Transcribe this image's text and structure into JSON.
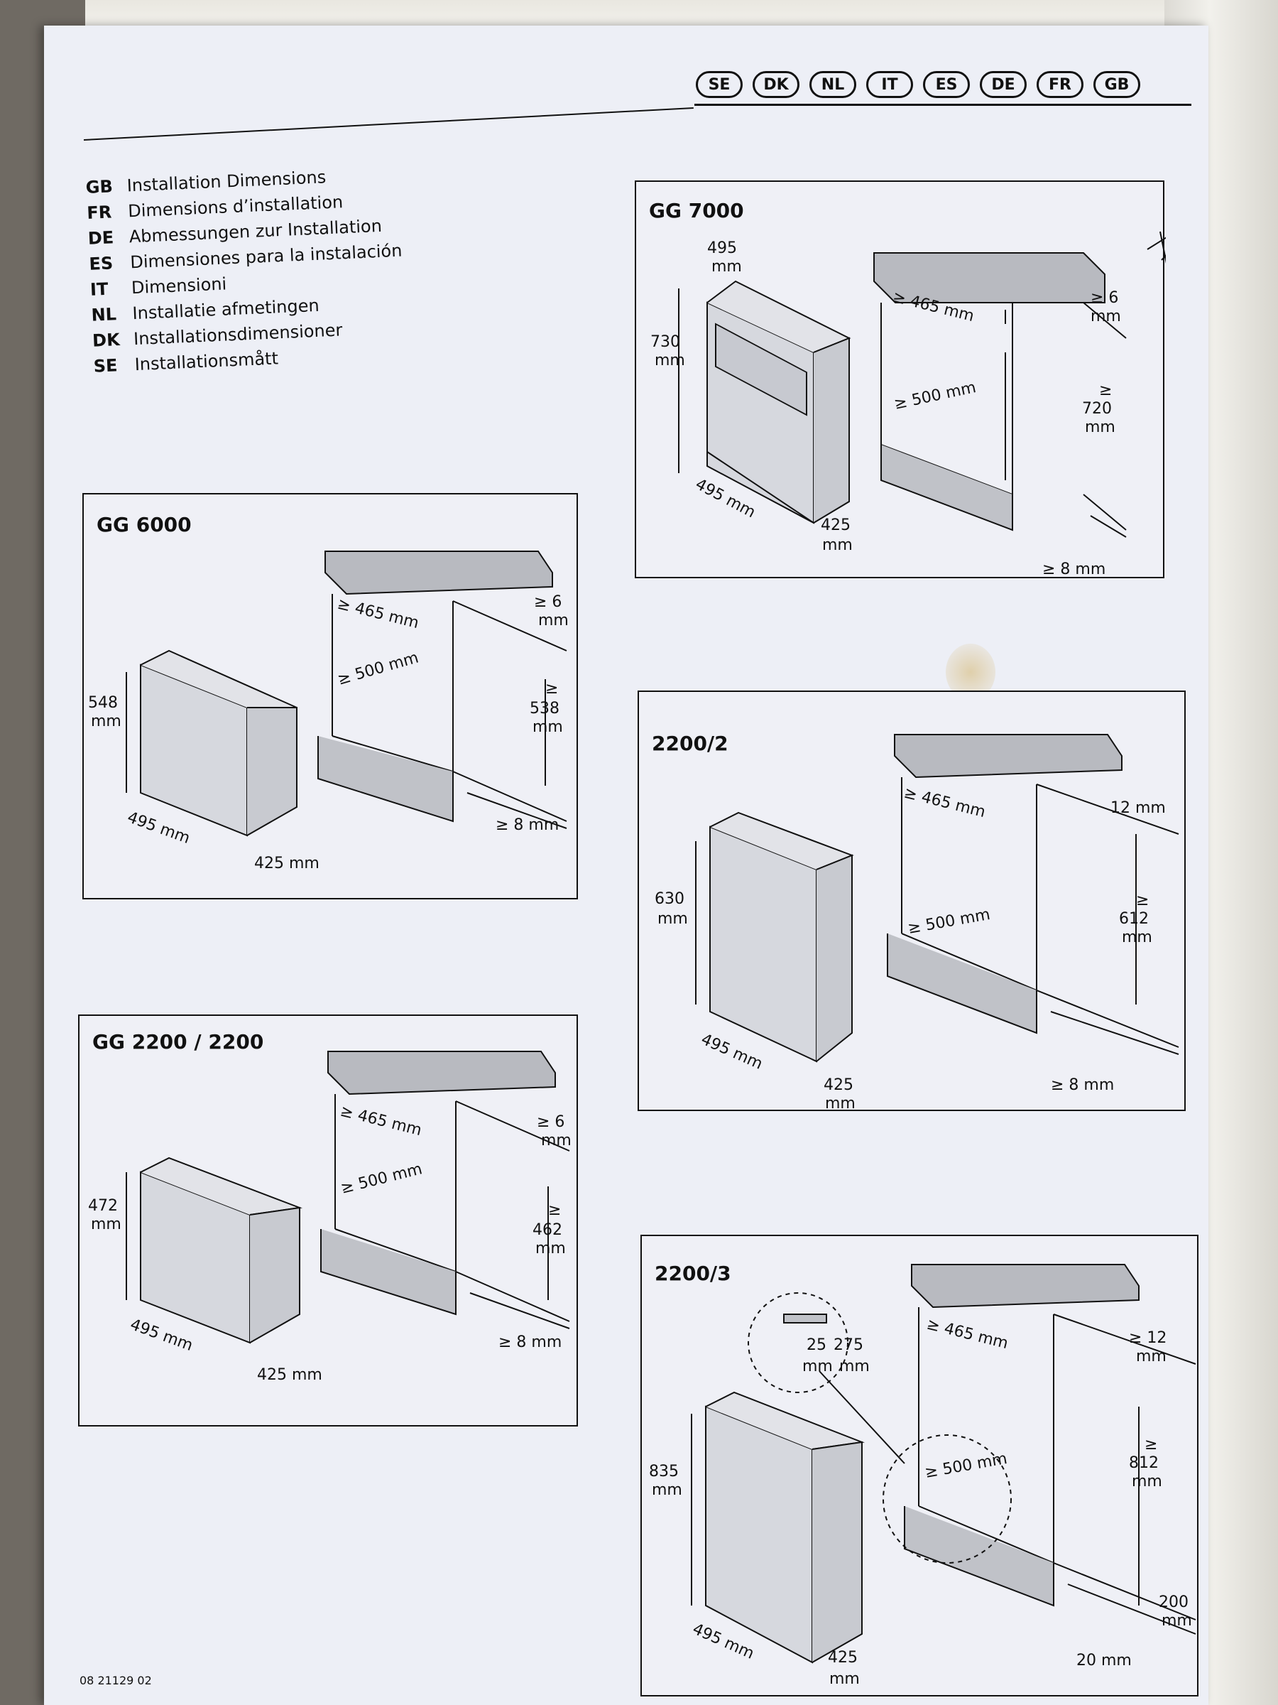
{
  "header": {
    "languages": [
      "SE",
      "DK",
      "NL",
      "IT",
      "ES",
      "DE",
      "FR",
      "GB"
    ]
  },
  "headings": [
    {
      "code": "GB",
      "text": "Installation Dimensions"
    },
    {
      "code": "FR",
      "text": "Dimensions d’installation"
    },
    {
      "code": "DE",
      "text": "Abmessungen zur Installation"
    },
    {
      "code": "ES",
      "text": "Dimensiones para la instalación"
    },
    {
      "code": "IT",
      "text": "Dimensioni"
    },
    {
      "code": "NL",
      "text": "Installatie afmetingen"
    },
    {
      "code": "DK",
      "text": "Installationsdimensioner"
    },
    {
      "code": "SE",
      "text": "Installationsmått"
    }
  ],
  "panels": {
    "gg7000": {
      "title": "GG 7000",
      "width": "495",
      "width_unit": "mm",
      "height": "730",
      "height_unit": "mm",
      "front": "495 mm",
      "depth": "425",
      "depth_unit": "mm",
      "cab_width": "≥ 465 mm",
      "cab_depth": "≥ 500 mm",
      "gap_top_sym": "≥ 6",
      "gap_top_unit": "mm",
      "niche_sym": "≥",
      "niche": "720",
      "niche_unit": "mm",
      "bottom": "≥ 8 mm"
    },
    "gg6000": {
      "title": "GG 6000",
      "height": "548",
      "height_unit": "mm",
      "front": "495 mm",
      "depth": "425 mm",
      "cab_width": "≥ 465 mm",
      "cab_depth": "≥ 500 mm",
      "gap_top_sym": "≥ 6",
      "gap_top_unit": "mm",
      "niche_sym": "≥",
      "niche": "538",
      "niche_unit": "mm",
      "bottom": "≥ 8 mm"
    },
    "p2200_2": {
      "title": "2200/2",
      "height": "630",
      "height_unit": "mm",
      "front": "495 mm",
      "depth": "425",
      "depth_unit": "mm",
      "cab_width": "≥ 465 mm",
      "cab_depth": "≥ 500 mm",
      "gap_top": "12 mm",
      "niche_sym": "≥",
      "niche": "612",
      "niche_unit": "mm",
      "bottom": "≥ 8 mm"
    },
    "gg2200": {
      "title": "GG 2200 / 2200",
      "height": "472",
      "height_unit": "mm",
      "front": "495 mm",
      "depth": "425 mm",
      "cab_width": "≥ 465 mm",
      "cab_depth": "≥ 500 mm",
      "gap_top_sym": "≥ 6",
      "gap_top_unit": "mm",
      "niche_sym": "≥",
      "niche": "462",
      "niche_unit": "mm",
      "bottom": "≥ 8 mm"
    },
    "p2200_3": {
      "title": "2200/3",
      "height": "835",
      "height_unit": "mm",
      "front": "495 mm",
      "depth": "425",
      "depth_unit": "mm",
      "detail_a": "25",
      "detail_b": "275",
      "detail_unit": "mm",
      "cab_width": "≥ 465 mm",
      "cab_depth": "≥ 500 mm",
      "gap_top_sym": "≥ 12",
      "gap_top_unit": "mm",
      "niche_sym": "≥",
      "niche": "812",
      "niche_unit": "mm",
      "plinth": "200",
      "plinth_unit": "mm",
      "bottom": "20 mm"
    }
  },
  "footer": {
    "doc_code": "08 21129 02"
  }
}
